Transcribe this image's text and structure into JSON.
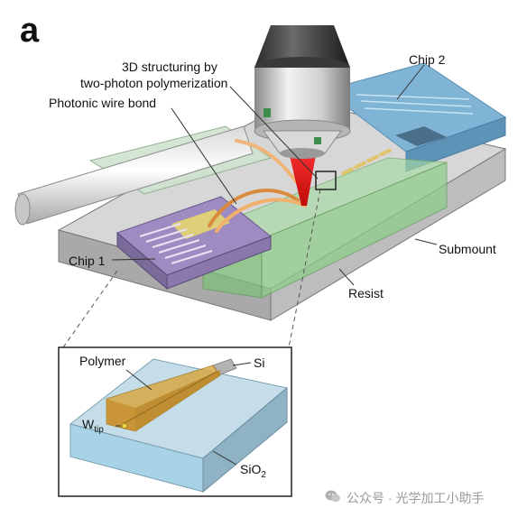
{
  "panel_letter": "a",
  "labels": {
    "structuring_line1": "3D structuring by",
    "structuring_line2": "two-photon polymerization",
    "wire_bond": "Photonic wire bond",
    "chip1": "Chip 1",
    "chip2": "Chip 2",
    "submount": "Submount",
    "resist": "Resist"
  },
  "inset": {
    "polymer": "Polymer",
    "si": "Si",
    "w_tip_main": "W",
    "w_tip_sub": "tip",
    "sio2_main": "SiO",
    "sio2_sub": "2"
  },
  "watermark": "公众号 · 光学加工小助手",
  "icons": [
    "wechat-icon"
  ]
}
